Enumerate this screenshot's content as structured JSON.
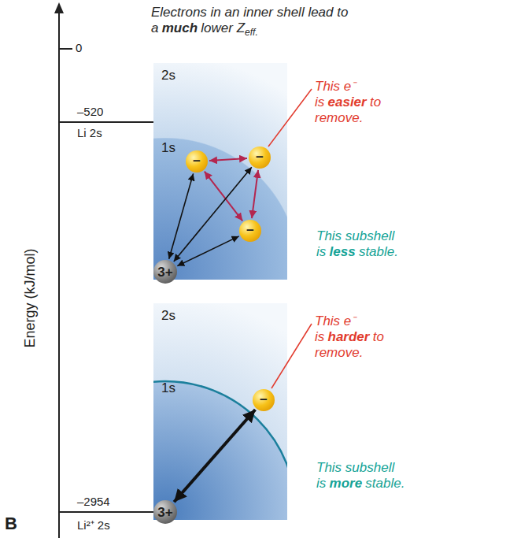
{
  "diagram": {
    "nodes": [
      {
        "text": [
          "2s",
          "1s"
        ]
      },
      {
        "text": [
          "−"
        ],
        "in": 0
      },
      {
        "text": [
          "−"
        ],
        "in": 0
      },
      {
        "text": [
          "−"
        ],
        "in": 0
      },
      {
        "text": [
          "3+"
        ],
        "in": 0
      },
      {
        "text": [
          "2s",
          "1s"
        ]
      },
      {
        "text": [
          "−"
        ],
        "in": 5
      },
      {
        "text": [
          "3+"
        ],
        "in": 5
      }
    ],
    "edges": [
      {
        "from": 1,
        "to": 2,
        "arrow": "both"
      },
      {
        "from": 1,
        "to": 3,
        "arrow": "both"
      },
      {
        "from": 2,
        "to": 3,
        "arrow": "both"
      },
      {
        "from": 2,
        "to": 4,
        "arrow": "both"
      },
      {
        "from": 3,
        "to": 4,
        "arrow": "both"
      },
      {
        "from": 1,
        "to": 4,
        "arrow": "both"
      },
      {
        "from": 6,
        "to": 7,
        "arrow": "both"
      }
    ],
    "labels": [
      "Electrons in an inner shell lead to a",
      "much",
      "lower Z",
      "eff.",
      "0",
      "–520",
      "Li 2s",
      "–2954",
      "Li²⁺ 2s",
      "Energy (kJ/mol)",
      "This e⁻ is",
      "easier",
      "to remove.",
      "This subshell is",
      "less",
      "stable.",
      "This e⁻ is",
      "harder",
      "to remove.",
      "This subshell is",
      "more",
      "stable.",
      "B"
    ]
  }
}
